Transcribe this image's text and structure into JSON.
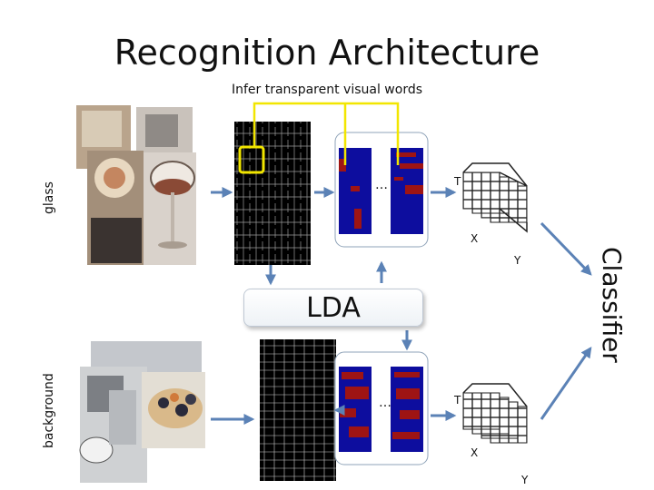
{
  "title": "Recognition Architecture",
  "subtitle": "Infer transparent visual words",
  "labels": {
    "glass": "glass",
    "background": "background",
    "lda": "LDA",
    "classifier": "Classifier",
    "ellipsis": "…",
    "axis_t": "T",
    "axis_x": "X",
    "axis_y": "Y"
  },
  "colors": {
    "arrow": "#5b82b6",
    "highlight": "#f2e600",
    "topic_bg": "#0d0d9e",
    "topic_fg": "#9e1414",
    "panel_border": "#8fa3b8"
  }
}
